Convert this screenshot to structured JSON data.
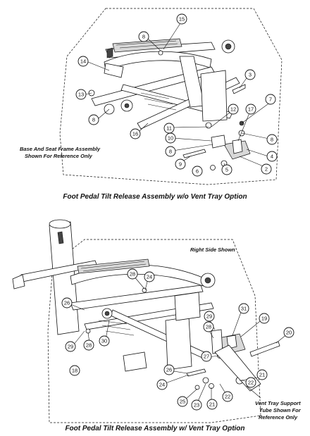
{
  "top": {
    "caption": "Foot Pedal Tilt Release Assembly w/o Vent Tray Option",
    "note_line1": "Base And Seat Frame Assembly",
    "note_line2": "Shown For Reference Only",
    "callouts": [
      "15",
      "8",
      "14",
      "13",
      "8",
      "16",
      "3",
      "7",
      "8",
      "12",
      "17",
      "11",
      "10",
      "4",
      "8",
      "9",
      "6",
      "5",
      "2"
    ]
  },
  "bottom": {
    "caption": "Foot Pedal Tilt Release Assembly w/ Vent Tray Option",
    "note_top": "Right Side Shown",
    "note_line1": "Vent Tray Support",
    "note_line2": "Tube Shown For",
    "note_line3": "Reference Only",
    "callouts": [
      "28",
      "24",
      "26",
      "29",
      "28",
      "30",
      "29",
      "28",
      "31",
      "19",
      "20",
      "27",
      "26",
      "21",
      "22",
      "24",
      "25",
      "23",
      "21",
      "22",
      "18"
    ]
  }
}
